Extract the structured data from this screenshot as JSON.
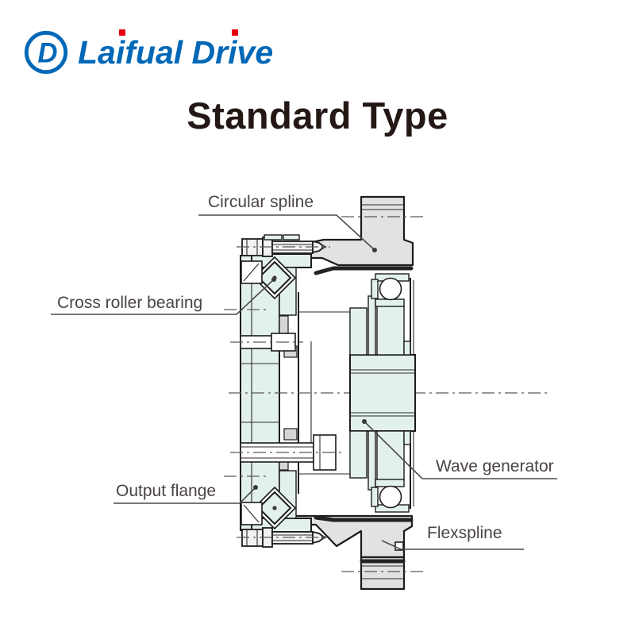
{
  "page": {
    "background": "#ffffff"
  },
  "logo": {
    "text": "Laifual Drive",
    "parts": {
      "p1": "La",
      "i1": "i",
      "p2": "fual Dr",
      "i2": "i",
      "p3": "ve"
    },
    "brand_blue": "#0068b7",
    "accent_red": "#e60012",
    "icon": "laifual-d-icon",
    "icon_letter": "D"
  },
  "title": {
    "text": "Standard Type",
    "color": "#231815"
  },
  "diagram": {
    "type": "technical-cross-section",
    "subject": "harmonic drive gear unit sectional view",
    "colors": {
      "part_teal": "#e3f1ee",
      "part_gray": "#e2e2e3",
      "outline": "#1c1c1c",
      "leader_line": "#4a4a4a",
      "label_text": "#4a4443"
    },
    "labels": [
      {
        "id": "circular-spline",
        "text": "Circular spline"
      },
      {
        "id": "cross-roller-bearing",
        "text": "Cross roller bearing"
      },
      {
        "id": "output-flange",
        "text": "Output flange"
      },
      {
        "id": "wave-generator",
        "text": "Wave generator"
      },
      {
        "id": "flexspline",
        "text": "Flexspline"
      }
    ]
  }
}
